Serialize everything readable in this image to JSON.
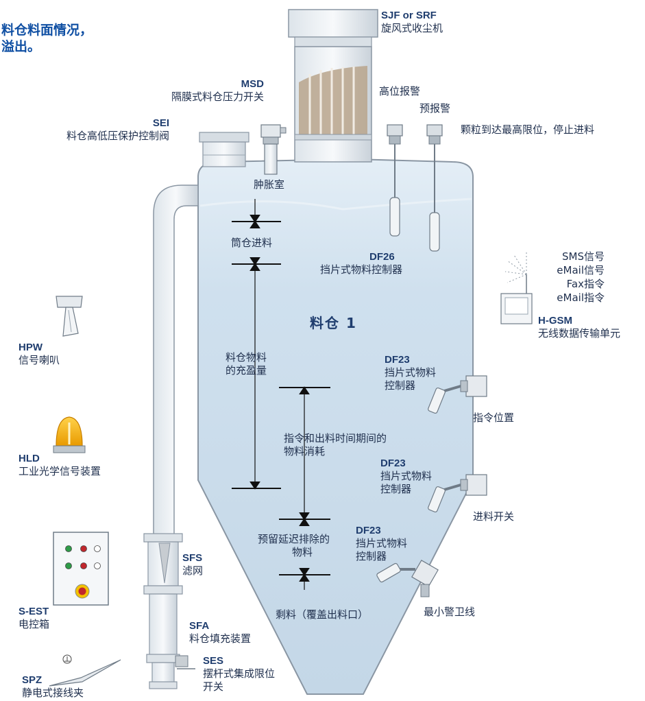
{
  "title_lines": [
    "料仓料面情况，",
    "溢出。"
  ],
  "silo_label": "料仓 1",
  "components": {
    "sjf": {
      "code": "SJF or SRF",
      "name": "旋风式收尘机"
    },
    "msd": {
      "code": "MSD",
      "name": "隔膜式料仓压力开关"
    },
    "sei": {
      "code": "SEI",
      "name": "料仓高低压保护控制阀"
    },
    "high_alarm": {
      "name": "高位报警"
    },
    "pre_alarm": {
      "name": "预报警"
    },
    "pre_alarm_note": {
      "name": "颗粒到达最高限位，停止进料"
    },
    "expansion": {
      "name": "肿胀室"
    },
    "df26": {
      "code": "DF26",
      "name": "挡片式物料控制器"
    },
    "hgsm": {
      "code": "H-GSM",
      "name": "无线数据传输单元",
      "signals": [
        "SMS信号",
        "eMail信号",
        "Fax指令",
        "eMail指令"
      ]
    },
    "df23_a": {
      "code": "DF23",
      "name_lines": [
        "挡片式物料",
        "控制器"
      ],
      "position": "指令位置"
    },
    "df23_b": {
      "code": "DF23",
      "name_lines": [
        "挡片式物料",
        "控制器"
      ],
      "position": "进料开关"
    },
    "df23_c": {
      "code": "DF23",
      "name_lines": [
        "挡片式物料",
        "控制器"
      ],
      "position": "最小警卫线"
    },
    "hpw": {
      "code": "HPW",
      "name": "信号喇叭"
    },
    "hld": {
      "code": "HLD",
      "name": "工业光学信号装置"
    },
    "sest": {
      "code": "S-EST",
      "name": "电控箱"
    },
    "spz": {
      "code": "SPZ",
      "name": "静电式接线夹"
    },
    "sfs": {
      "code": "SFS",
      "name": "滤网"
    },
    "sfa": {
      "code": "SFA",
      "name": "料仓填充装置"
    },
    "ses": {
      "code": "SES",
      "name_lines": [
        "摆杆式集成限位",
        "开关"
      ]
    }
  },
  "zones": {
    "fill": "筒仓进料",
    "capacity_lines": [
      "料仓物料",
      "的充盈量"
    ],
    "consumption_lines": [
      "指令和出料时间期间的",
      "物料消耗"
    ],
    "reserve_lines": [
      "预留延迟排除的",
      "物料"
    ],
    "residual": "剩料（覆盖出料口）"
  },
  "colors": {
    "title": "#0f4fa3",
    "silo_fill": "#c9dbe9",
    "silo_stroke": "#8a96a3",
    "label": "#1f2f4d",
    "code": "#1f3d6e"
  }
}
